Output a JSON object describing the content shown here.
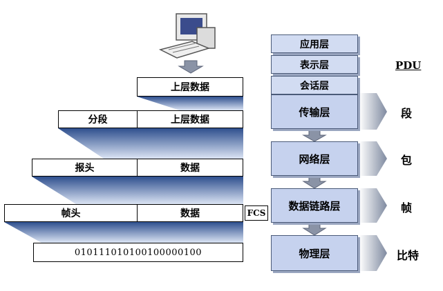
{
  "pdu_header": "PDU",
  "encapsulation": {
    "upper_data_top": "上层数据",
    "segment_header": "分段",
    "segment_data": "上层数据",
    "packet_header": "报头",
    "packet_data": "数据",
    "frame_header": "帧头",
    "frame_data": "数据",
    "frame_trailer": "FCS",
    "bits": "010111010100100000100"
  },
  "osi_layers": {
    "application": "应用层",
    "presentation": "表示层",
    "session": "会话层",
    "transport": "传输层",
    "network": "网络层",
    "datalink": "数据链路层",
    "physical": "物理层"
  },
  "pdu_units": {
    "segment": "段",
    "packet": "包",
    "frame": "帧",
    "bit": "比特"
  },
  "icons": [
    "computer-icon",
    "down-arrow-icon"
  ],
  "colors": {
    "layer_fill": "#c6d2ee",
    "wedge_blue": "#3c5c98",
    "arrow_gray": "#8a93a6"
  }
}
